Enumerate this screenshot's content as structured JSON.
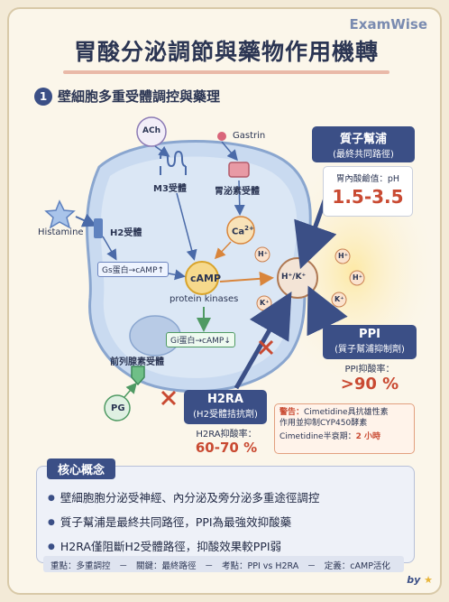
{
  "brand": "ExamWise",
  "title": "胃酸分泌調節與藥物作用機轉",
  "section": {
    "number": "1",
    "title": "壁細胞多重受體調控與藥理"
  },
  "molecules": {
    "ach": "ACh",
    "gastrin": "Gastrin",
    "histamine": "Histamine",
    "ca": "Ca",
    "ca_charge": "2+",
    "camp": "cAMP",
    "protein_kinases": "protein kinases",
    "proton_pump": "H⁺/K⁺",
    "h_ion": "H⁺",
    "k_ion": "K⁺",
    "pg": "PG"
  },
  "receptors": {
    "m3": "M3受體",
    "gastrin": "胃泌素受體",
    "h2": "H2受體",
    "prostaglandin": "前列腺素受體"
  },
  "pathways": {
    "gs": "Gs蛋白→cAMP↑",
    "gi": "Gi蛋白→cAMP↓"
  },
  "proton_pump_box": {
    "line1": "質子幫浦",
    "line2": "(最終共同路徑)",
    "ph_label": "胃內酸鹼值：pH",
    "ph_value": "1.5-3.5"
  },
  "ppi_box": {
    "line1": "PPI",
    "line2": "(質子幫浦抑制劑)",
    "rate_label": "PPI抑酸率：",
    "rate_value": ">90 %"
  },
  "h2ra_box": {
    "line1": "H2RA",
    "line2": "(H2受體拮抗劑)",
    "rate_label": "H2RA抑酸率：",
    "rate_value": "60-70 %"
  },
  "warning": {
    "tag": "警告：",
    "text1": "Cimetidine具抗雄性素",
    "text2": "作用並抑制CYP450酵素",
    "half_life_label": "Cimetidine半衰期：",
    "half_life_value": "2 小時"
  },
  "core": {
    "heading": "核心概念",
    "points": [
      "壁細胞胞分泌受神經、內分泌及旁分泌多重途徑調控",
      "質子幫浦是最終共同路徑，PPI為最強效抑酸藥",
      "H2RA僅阻斷H2受體路徑，抑酸效果較PPI弱"
    ]
  },
  "footer": "重點：多重調控　－　關鍵：最終路徑　－　考點：PPI vs H2RA　－　定義：cAMP活化",
  "by": "by",
  "colors": {
    "navy": "#3b4f86",
    "accent_red": "#c94a32",
    "cell_blue": "#c9daf0",
    "green": "#4f9a63"
  }
}
